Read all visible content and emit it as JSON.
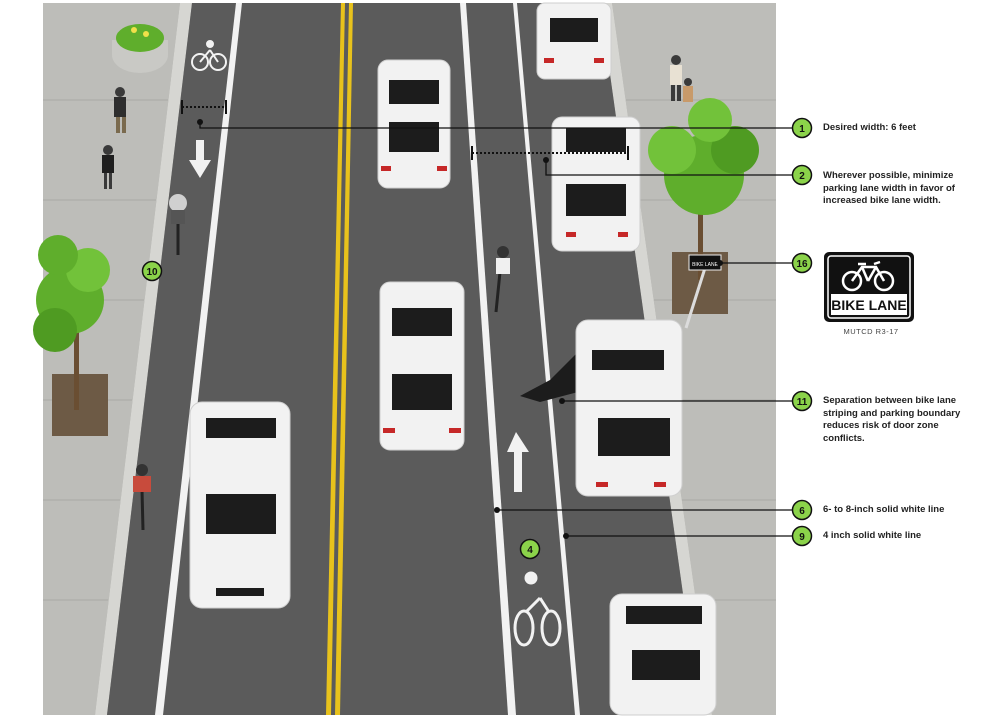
{
  "callouts": [
    {
      "num": "1",
      "text": "Desired width: 6 feet"
    },
    {
      "num": "2",
      "text": "Wherever possible, minimize parking lane width in favor of increased bike lane width."
    },
    {
      "num": "16",
      "text": ""
    },
    {
      "num": "11",
      "text": "Separation between bike lane striping and parking boundary reduces risk of door zone conflicts."
    },
    {
      "num": "6",
      "text": "6- to 8-inch solid white line"
    },
    {
      "num": "9",
      "text": "4 inch solid white line"
    },
    {
      "num": "4",
      "text": ""
    },
    {
      "num": "10",
      "text": ""
    }
  ],
  "sign": {
    "text": "BIKE LANE",
    "caption": "MUTCD R3-17",
    "small_text": "BIKE LANE"
  },
  "colors": {
    "callout_fill": "#8bd34a",
    "road": "#5b5b5b",
    "sidewalk": "#b9b9b6",
    "yellow_line": "#e8c21c",
    "tree": "#5fae2c"
  }
}
